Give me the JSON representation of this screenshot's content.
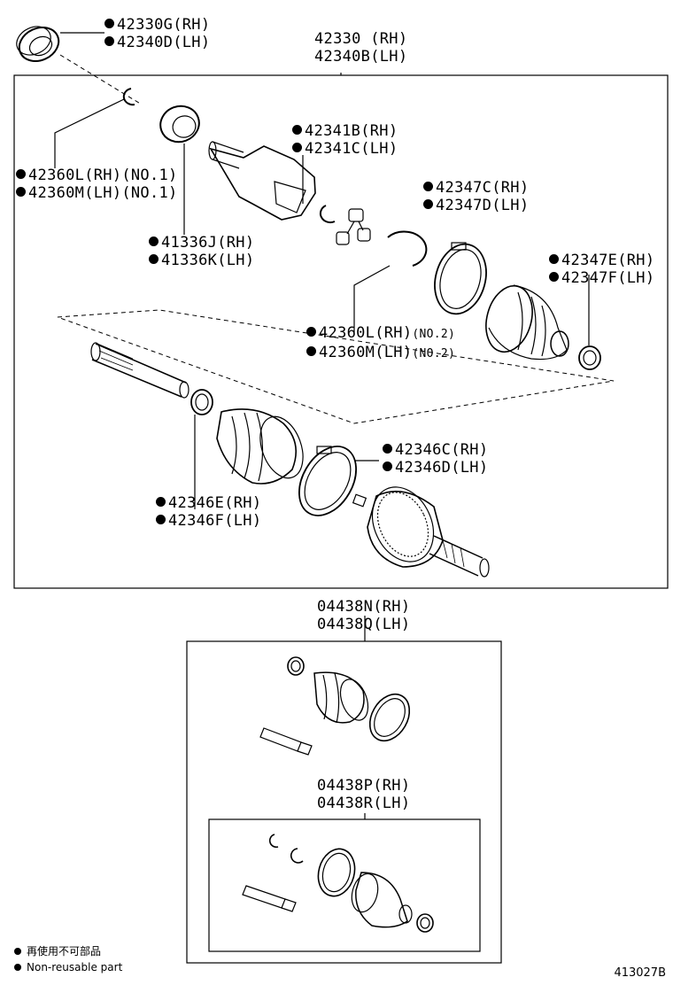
{
  "callouts": [
    {
      "id": "seal",
      "lines": [
        "42330G(RH)",
        "42340D(LH)"
      ],
      "marked": [
        true,
        true
      ]
    },
    {
      "id": "shaft-assy",
      "lines": [
        "42330 (RH)",
        "42340B(LH)"
      ],
      "marked": [
        false,
        false
      ]
    },
    {
      "id": "snap-ring-1",
      "lines": [
        "42360L(RH)(NO.1)",
        "42360M(LH)(NO.1)"
      ],
      "marked": [
        true,
        true
      ]
    },
    {
      "id": "dust-deflector",
      "lines": [
        "41336J(RH)",
        "41336K(LH)"
      ],
      "marked": [
        true,
        true
      ]
    },
    {
      "id": "tripod-ring",
      "lines": [
        "42341B(RH)",
        "42341C(LH)"
      ],
      "marked": [
        true,
        true
      ]
    },
    {
      "id": "boot-clamp-c",
      "lines": [
        "42347C(RH)",
        "42347D(LH)"
      ],
      "marked": [
        true,
        true
      ]
    },
    {
      "id": "boot-clamp-e",
      "lines": [
        "42347E(RH)",
        "42347F(LH)"
      ],
      "marked": [
        true,
        true
      ]
    },
    {
      "id": "snap-ring-2",
      "lines": [
        "42360L(RH)",
        "42360M(LH)"
      ],
      "suffix": "(NO.2)",
      "marked": [
        true,
        true
      ]
    },
    {
      "id": "outer-clamp-c",
      "lines": [
        "42346C(RH)",
        "42346D(LH)"
      ],
      "marked": [
        true,
        true
      ]
    },
    {
      "id": "outer-clamp-e",
      "lines": [
        "42346E(RH)",
        "42346F(LH)"
      ],
      "marked": [
        true,
        true
      ]
    },
    {
      "id": "boot-kit-outer",
      "lines": [
        "04438N(RH)",
        "04438Q(LH)"
      ],
      "marked": [
        false,
        false
      ]
    },
    {
      "id": "boot-kit-inner",
      "lines": [
        "04438P(RH)",
        "04438R(LH)"
      ],
      "marked": [
        false,
        false
      ]
    }
  ],
  "legend": {
    "line1": "再使用不可部品",
    "line2": "Non-reusable part"
  },
  "figure_id": "413027B"
}
